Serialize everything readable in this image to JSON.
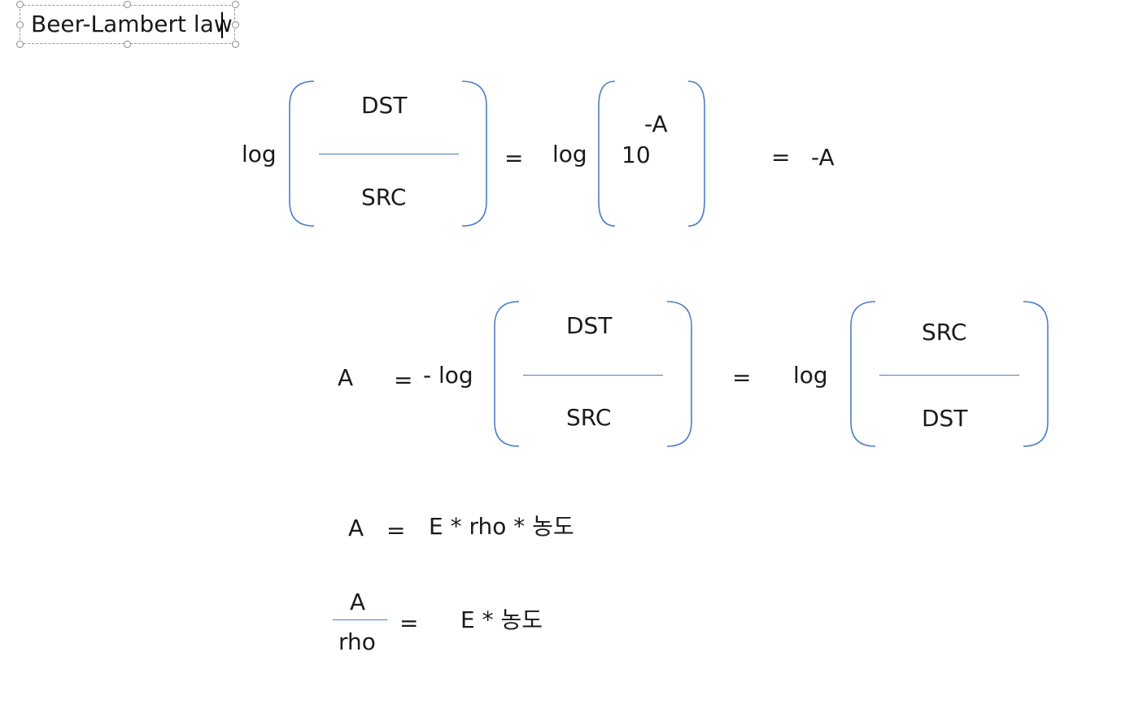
{
  "title_box": {
    "text": "Beer-Lambert law"
  },
  "eq1": {
    "log1": "log",
    "numerator": "DST",
    "denominator": "SRC",
    "equals1": "=",
    "log2": "log",
    "base": "10",
    "exponent": "-A",
    "equals2": "=",
    "result": "-A"
  },
  "eq2": {
    "lhs": "A",
    "equals1": "=",
    "neg_log": "- log",
    "numerator1": "DST",
    "denominator1": "SRC",
    "equals2": "=",
    "log": "log",
    "numerator2": "SRC",
    "denominator2": "DST"
  },
  "eq3": {
    "lhs": "A",
    "equals": "=",
    "rhs": "E * rho * 농도"
  },
  "eq4": {
    "numerator": "A",
    "denominator": "rho",
    "equals": "=",
    "rhs": "E * 농도"
  },
  "colors": {
    "accent": "#4a7ec4",
    "text": "#1a1a1a"
  }
}
